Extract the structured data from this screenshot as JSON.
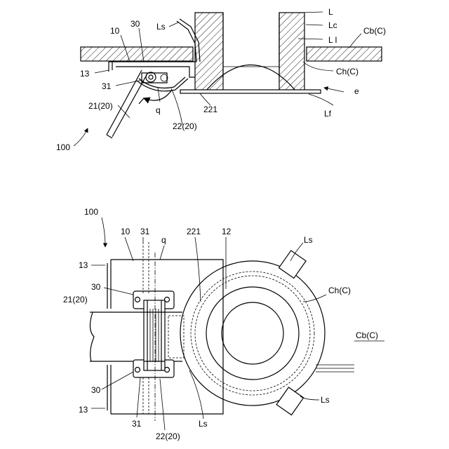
{
  "top_view": {
    "labels": {
      "L": "L",
      "Lc": "Lc",
      "Ll": "L l",
      "Cb": "Cb(C)",
      "Ch": "Ch(C)",
      "Ls": "Ls",
      "n10": "10",
      "n30": "30",
      "n13": "13",
      "n31": "31",
      "n21": "21(20)",
      "q": "q",
      "n22": "22(20)",
      "n221": "221",
      "Lf": "Lf",
      "e": "e",
      "n100": "100"
    }
  },
  "bottom_view": {
    "labels": {
      "n100": "100",
      "n10": "10",
      "n31top": "31",
      "q": "q",
      "n221": "221",
      "n12": "12",
      "Ls_top": "Ls",
      "n13top": "13",
      "n30top": "30",
      "n21": "21(20)",
      "Ch": "Ch(C)",
      "Cb": "Cb(C)",
      "n30bot": "30",
      "n13bot": "13",
      "n31bot": "31",
      "Ls_bot": "Ls",
      "n22": "22(20)",
      "Ls_right": "Ls"
    }
  }
}
